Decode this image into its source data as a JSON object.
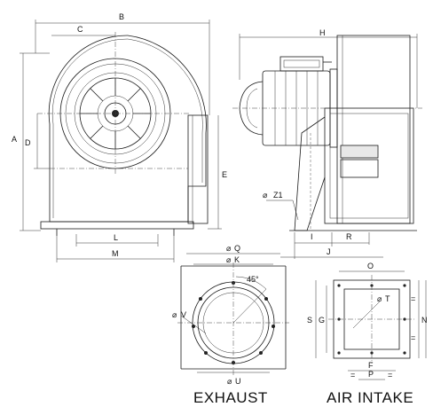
{
  "labels": {
    "A": "A",
    "B": "B",
    "C": "C",
    "D": "D",
    "E": "E",
    "H": "H",
    "Z1": "Z1",
    "I": "I",
    "R": "R",
    "J": "J",
    "L": "L",
    "M": "M",
    "Q": "Q",
    "K": "K",
    "angle": "45°",
    "V": "V",
    "U": "U",
    "O": "O",
    "S": "S",
    "G": "G",
    "T": "T",
    "N": "N",
    "F": "F",
    "P": "P",
    "eq1": "=",
    "eq2": "=",
    "eq3": "=",
    "eq4": "=",
    "dia_z1": "⌀",
    "dia_q": "⌀",
    "dia_k": "⌀",
    "dia_v": "⌀",
    "dia_u": "⌀",
    "dia_t": "⌀"
  },
  "captions": {
    "exhaust": "EXHAUST",
    "intake": "AIR INTAKE"
  }
}
